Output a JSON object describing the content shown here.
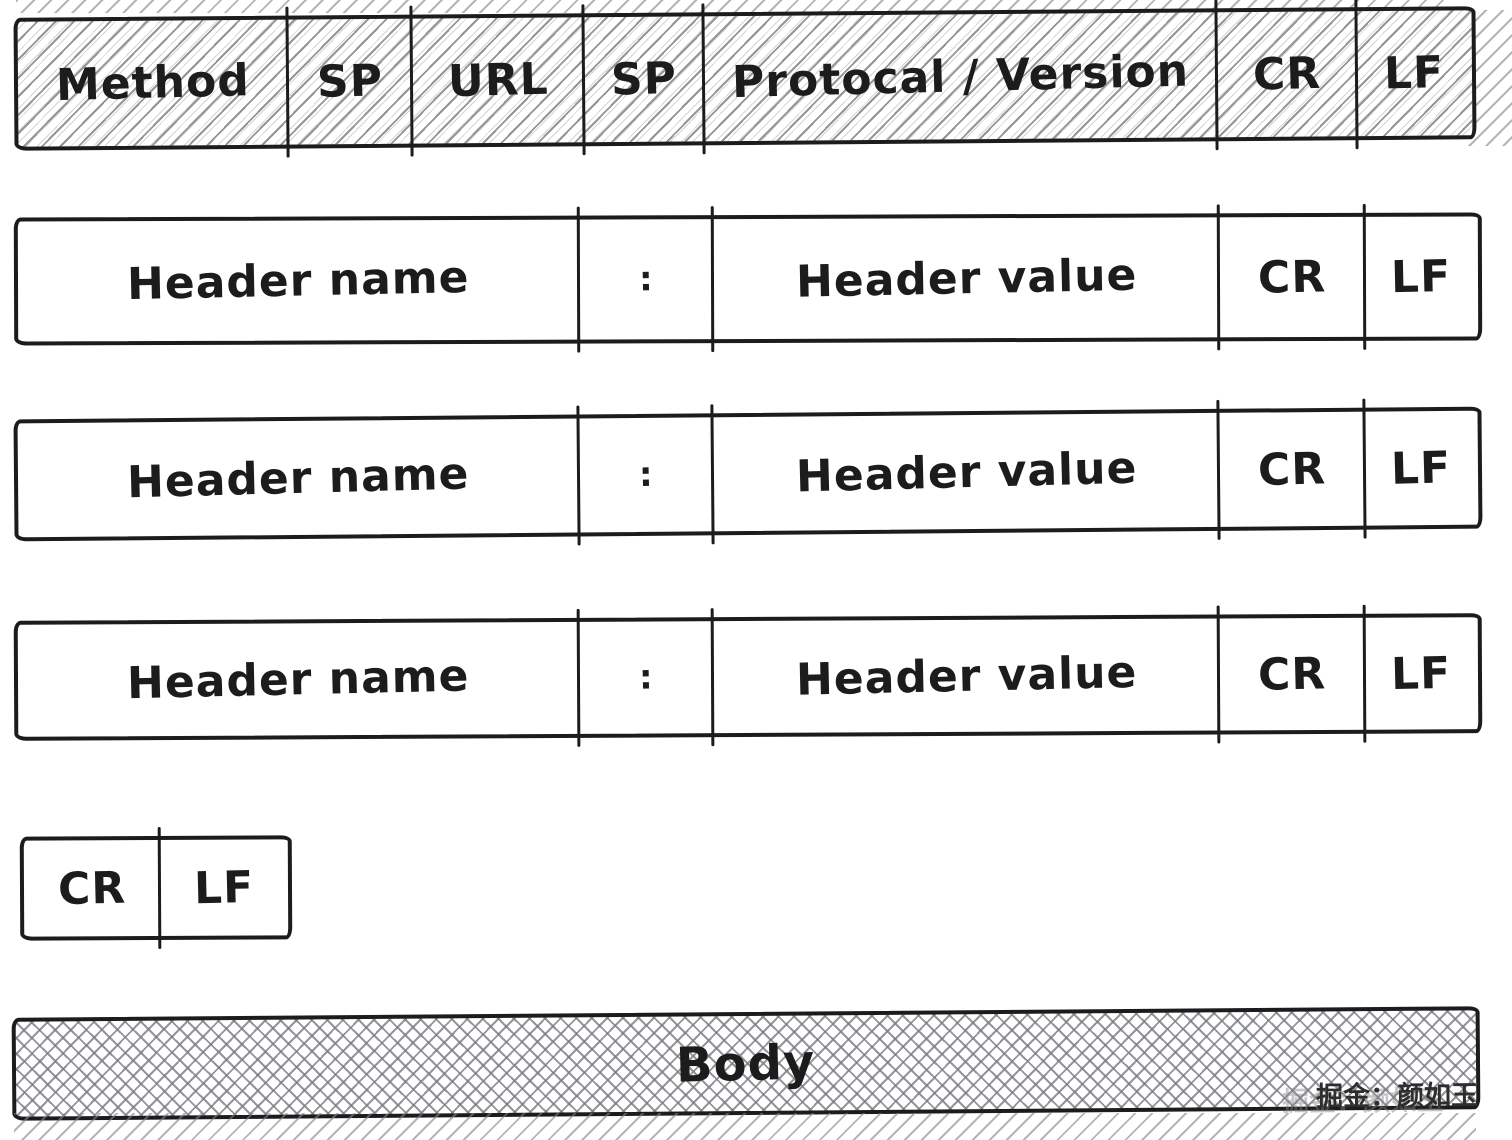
{
  "request_line": {
    "cells": [
      "Method",
      "SP",
      "URL",
      "SP",
      "Protocal / Version",
      "CR",
      "LF"
    ]
  },
  "header_lines": [
    {
      "name": "Header name",
      "colon": ":",
      "value": "Header value",
      "cr": "CR",
      "lf": "LF"
    },
    {
      "name": "Header name",
      "colon": ":",
      "value": "Header value",
      "cr": "CR",
      "lf": "LF"
    },
    {
      "name": "Header name",
      "colon": ":",
      "value": "Header value",
      "cr": "CR",
      "lf": "LF"
    }
  ],
  "end_line": {
    "cr": "CR",
    "lf": "LF"
  },
  "body": {
    "label": "Body"
  },
  "watermark": "掘金：颜如玉",
  "colors": {
    "ink": "#1c1c1c",
    "hatch_gray": "#80848a",
    "background": "#ffffff"
  }
}
